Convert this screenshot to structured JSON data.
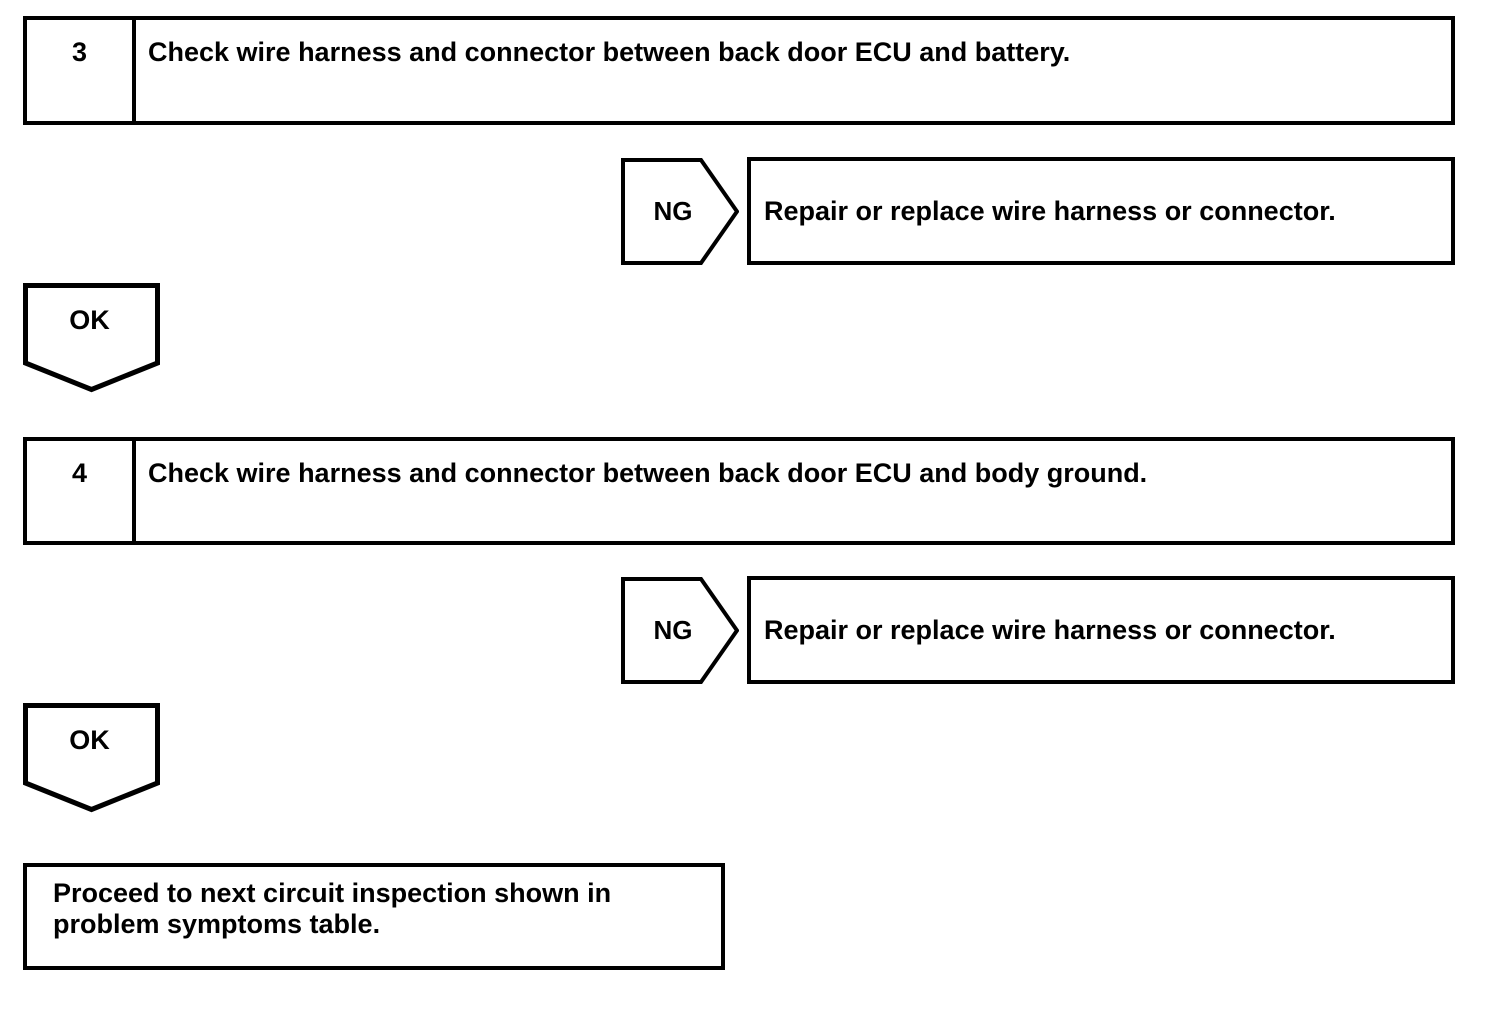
{
  "flowchart": {
    "ng_label": "NG",
    "ok_label": "OK",
    "steps": [
      {
        "number": "3",
        "instruction": "Check wire harness and connector between back door ECU and battery.",
        "ng_result": "Repair or replace wire harness or connector."
      },
      {
        "number": "4",
        "instruction": "Check wire harness and connector between back door ECU and body ground.",
        "ng_result": "Repair or replace wire harness or connector."
      }
    ],
    "final": {
      "line1": "Proceed to next circuit inspection shown in",
      "line2": "problem symptoms table."
    },
    "colors": {
      "line": "#000000",
      "background": "#ffffff"
    }
  }
}
